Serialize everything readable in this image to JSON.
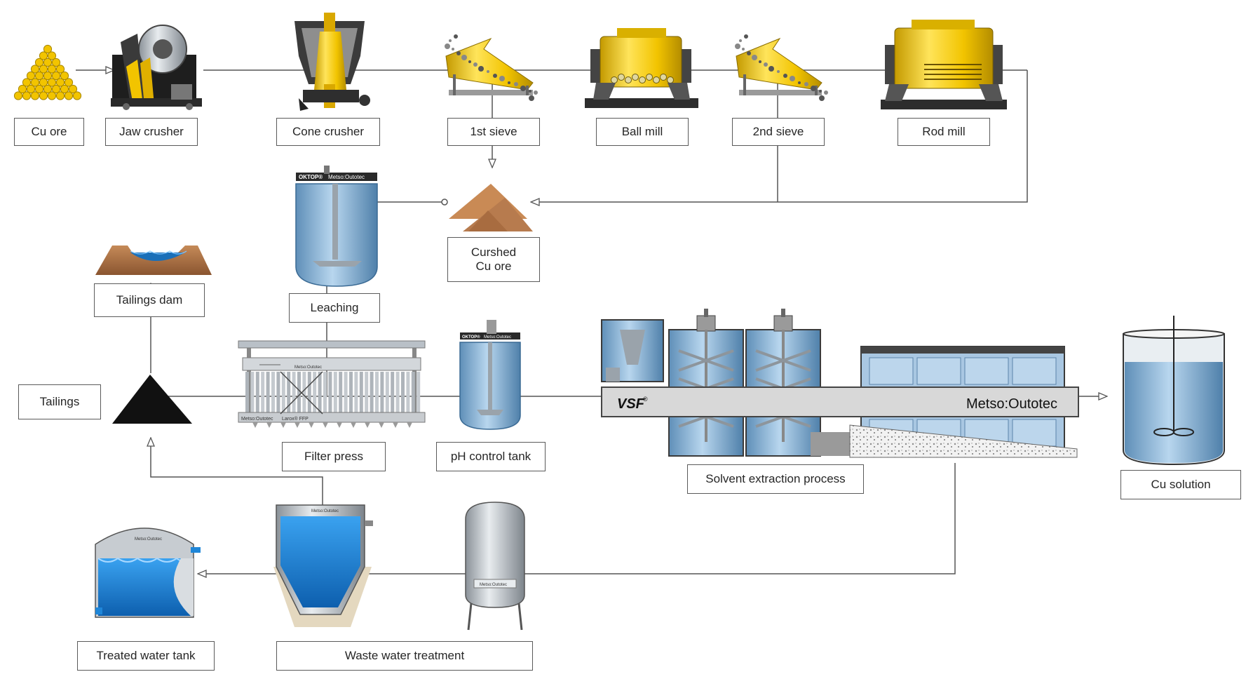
{
  "labels": {
    "cu_ore": "Cu ore",
    "jaw_crusher": "Jaw crusher",
    "cone_crusher": "Cone crusher",
    "first_sieve": "1st sieve",
    "ball_mill": "Ball mill",
    "second_sieve": "2nd sieve",
    "rod_mill": "Rod mill",
    "crushed_ore_line1": "Curshed",
    "crushed_ore_line2": "Cu ore",
    "tailings_dam": "Tailings dam",
    "leaching": "Leaching",
    "tailings": "Tailings",
    "filter_press": "Filter press",
    "ph_control_tank": "pH control tank",
    "solvent_extraction": "Solvent extraction process",
    "cu_solution": "Cu solution",
    "treated_water_tank": "Treated water tank",
    "waste_water_treatment": "Waste water treatment"
  },
  "branding": {
    "okto_plate": "OKTOP®",
    "metso_plate": "Metso:Outotec",
    "vsf": "VSF",
    "vsf_mark": "®",
    "metso_outotec": "Metso:Outotec",
    "larox_ffp": "Larox® FFP",
    "metso_small": "Metso:Outotec",
    "metso_tank": "Metso:Outotec",
    "metso_vessel": "Metso:Outotec"
  },
  "colors": {
    "ore_yellow": "#f2c400",
    "steel": "#b9c0c7",
    "tank_blue": "#7fb0d8",
    "water_blue": "#1f86d8",
    "sand_brown": "#b77b4e",
    "line_gray": "#555555"
  }
}
